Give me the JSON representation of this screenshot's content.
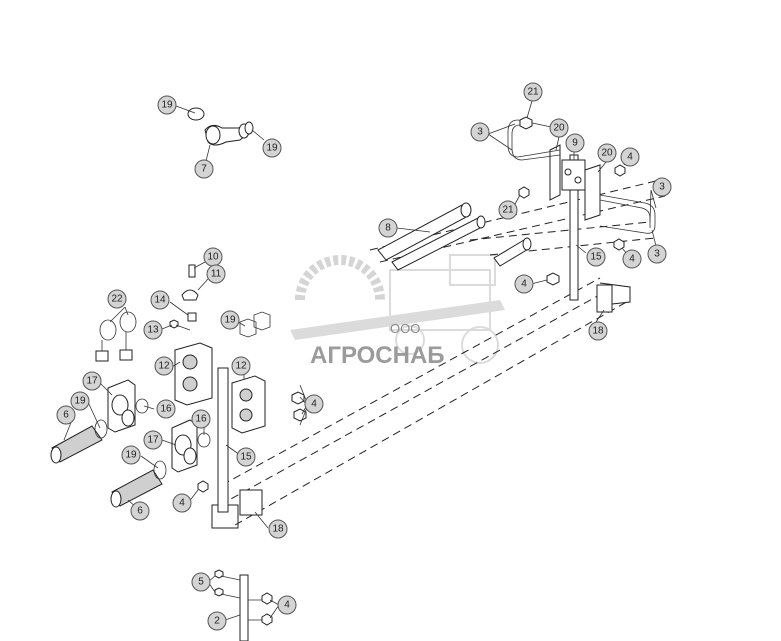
{
  "watermark": {
    "prefix": "ООО",
    "brand": "АГРОСНАБ"
  },
  "callouts": [
    "19",
    "7",
    "19",
    "21",
    "3",
    "20",
    "9",
    "20",
    "4",
    "3",
    "3",
    "4",
    "21",
    "8",
    "15",
    "4",
    "18",
    "10",
    "11",
    "22",
    "14",
    "13",
    "19",
    "12",
    "12",
    "4",
    "17",
    "19",
    "16",
    "6",
    "16",
    "17",
    "19",
    "15",
    "6",
    "4",
    "18",
    "5",
    "2",
    "4"
  ]
}
